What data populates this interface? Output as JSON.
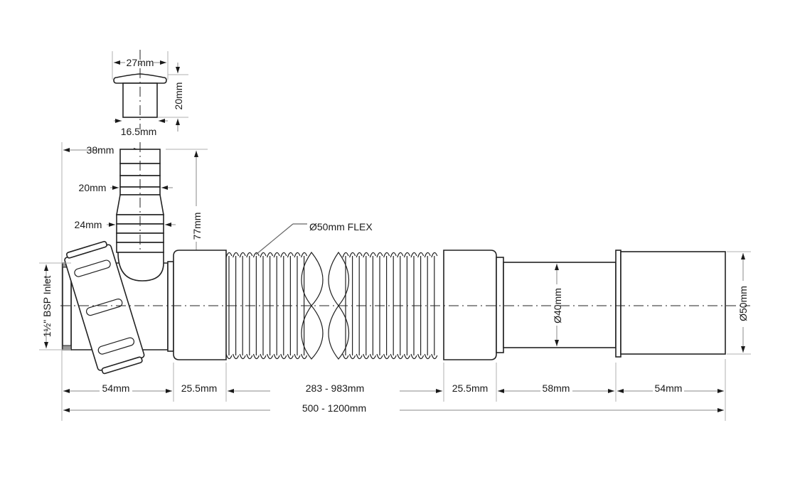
{
  "drawing": {
    "title": "Flexible waste connector technical drawing",
    "colors": {
      "line": "#222222",
      "dimension": "#8a8a8a",
      "background": "#ffffff"
    },
    "blanking_cap": {
      "width_label": "27mm",
      "height_label": "20mm",
      "inner_diameter_label": "16.5mm"
    },
    "spigot": {
      "offset_label": "38mm",
      "upper_diameter_label": "20mm",
      "lower_diameter_label": "24mm",
      "height_label": "77mm"
    },
    "inlet": {
      "label": "1½\" BSP Inlet"
    },
    "flex_hose": {
      "label": "Ø50mm FLEX"
    },
    "outlet_pipe": {
      "diameter_label": "Ø40mm"
    },
    "outlet_socket": {
      "diameter_label": "Ø50mm"
    },
    "dimensions": {
      "segments": [
        {
          "label": "54mm"
        },
        {
          "label": "25.5mm"
        },
        {
          "label": "283 - 983mm"
        },
        {
          "label": "25.5mm"
        },
        {
          "label": "58mm"
        },
        {
          "label": "54mm"
        }
      ],
      "overall": "500 - 1200mm"
    }
  }
}
